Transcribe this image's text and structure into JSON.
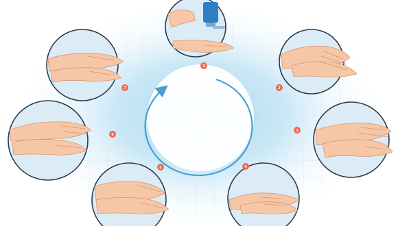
{
  "colors": {
    "background": "#ffffff",
    "glow_inner": "#a9d8ef",
    "glow_outer": "#ffffff",
    "grid_line": "#cfe9f6",
    "cycle_arrow": "#4a9fd0",
    "step_marker_fill": "#ee6a55",
    "step_marker_text": "#ffffff",
    "circle_fill": "#dcecf6",
    "circle_stroke": "#2e3a4a",
    "skin": "#f6c7a6",
    "skin_shadow": "#d99470",
    "bottle": "#2f7fc6"
  },
  "steps": [
    {
      "number": "1",
      "icon": "soap-dispenser-hands-icon"
    },
    {
      "number": "2",
      "icon": "hands-interlaced-icon"
    },
    {
      "number": "3",
      "icon": "hands-back-fingers-icon"
    },
    {
      "number": "4",
      "icon": "hands-clasped-icon"
    },
    {
      "number": "5",
      "icon": "hands-palm-to-palm-icon"
    },
    {
      "number": "6",
      "icon": "hands-rubbing-icon"
    },
    {
      "number": "7",
      "icon": "hands-palm-rub-icon"
    }
  ]
}
